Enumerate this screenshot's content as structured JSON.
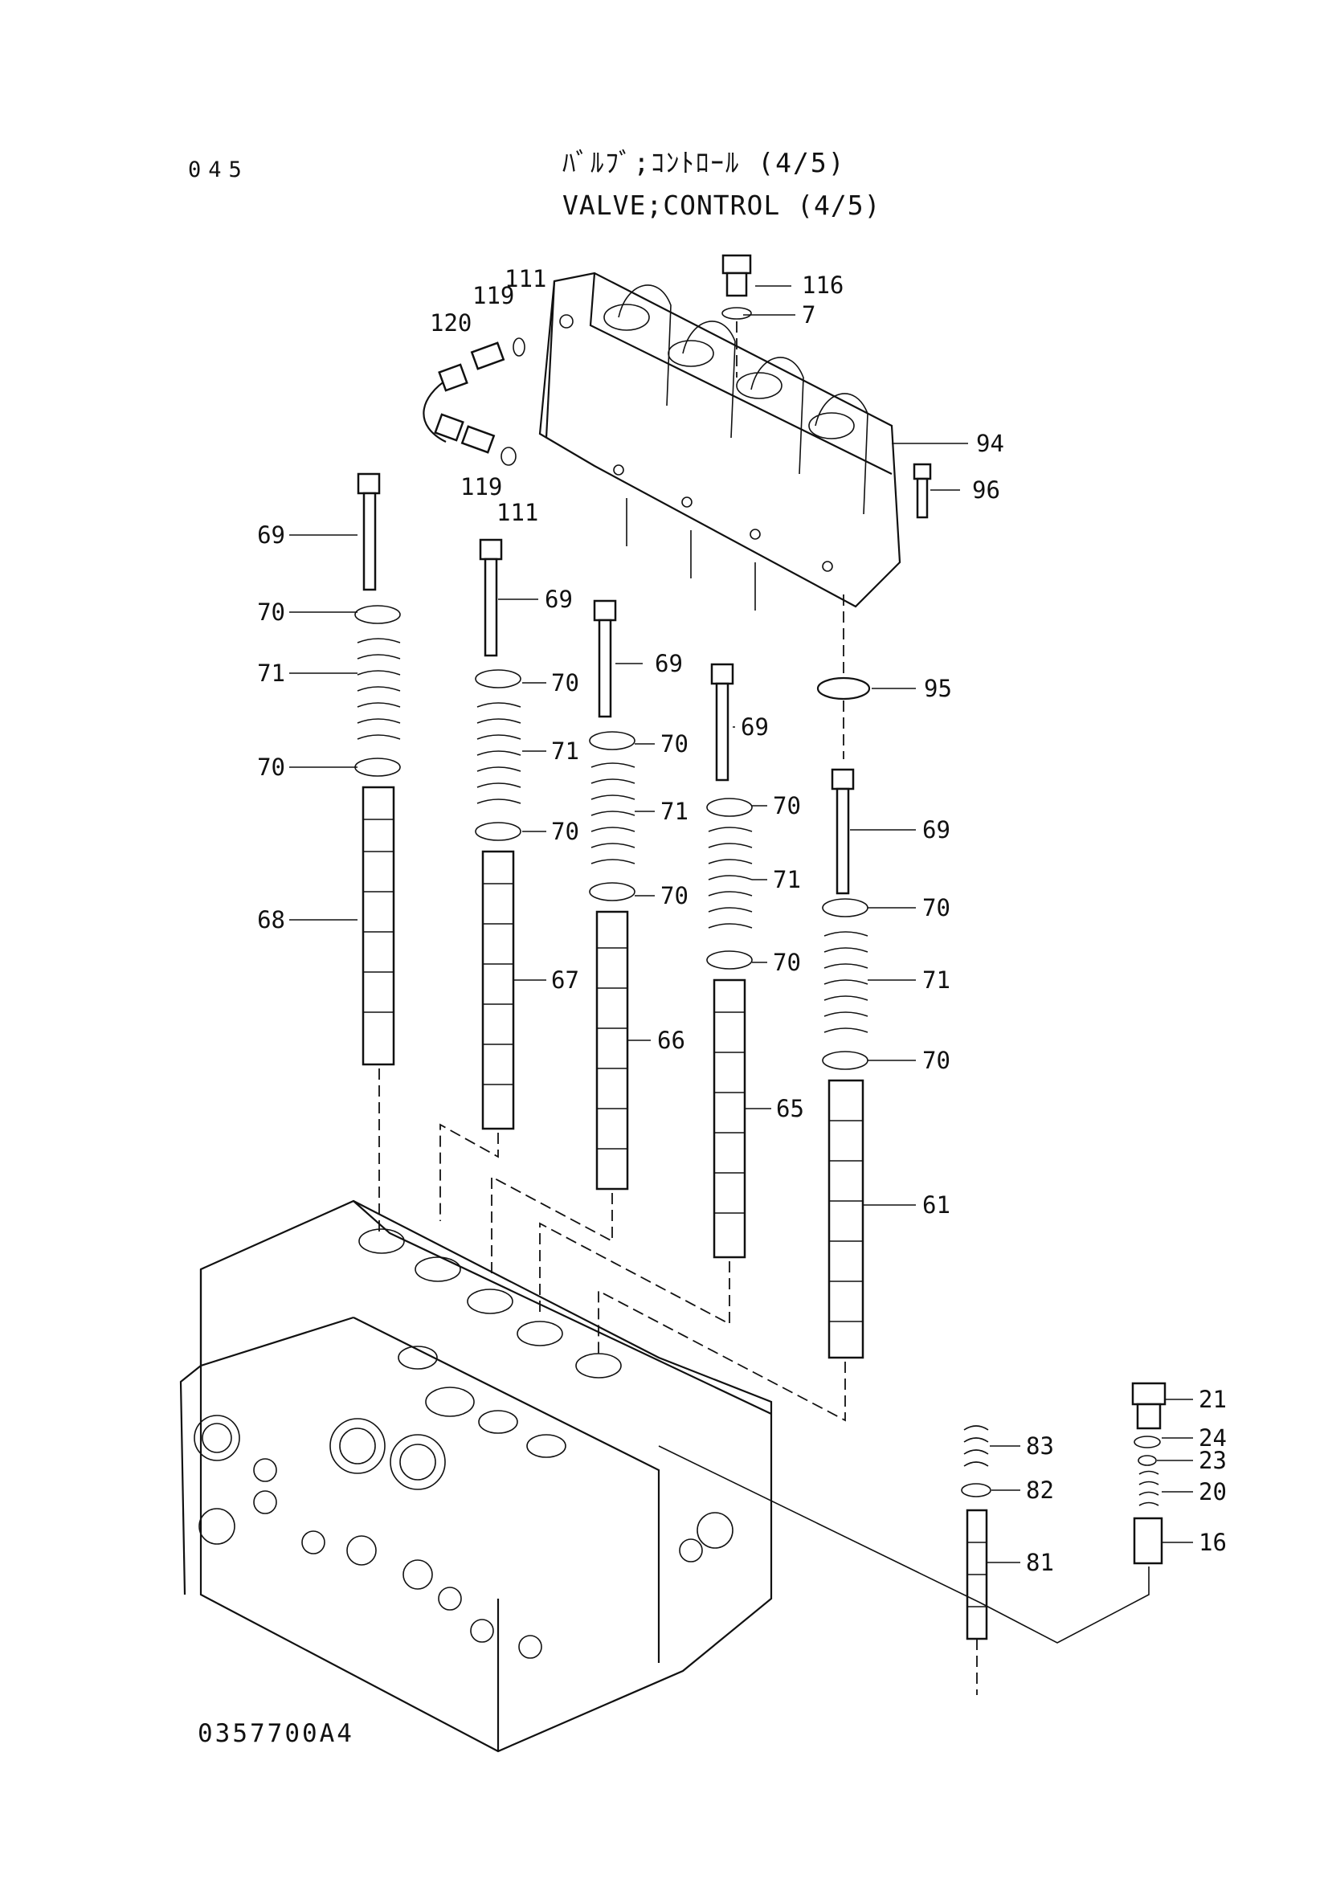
{
  "page_number": "045",
  "title_jp": "ﾊﾞﾙﾌﾞ;ｺﾝﾄﾛｰﾙ (4/5)",
  "title_en": "VALVE;CONTROL (4/5)",
  "drawing_number": "0357700A4",
  "callouts": {
    "c116": "116",
    "c7": "7",
    "c94": "94",
    "c96": "96",
    "c95": "95",
    "c111a": "111",
    "c119a": "119",
    "c120": "120",
    "c119b": "119",
    "c111b": "111",
    "col1_69": "69",
    "col1_70a": "70",
    "col1_71": "71",
    "col1_70b": "70",
    "col1_68": "68",
    "col2_69": "69",
    "col2_70a": "70",
    "col2_71": "71",
    "col2_70b": "70",
    "col2_67": "67",
    "col3_69": "69",
    "col3_70a": "70",
    "col3_71": "71",
    "col3_70b": "70",
    "col3_66": "66",
    "col4_69": "69",
    "col4_70a": "70",
    "col4_71": "71",
    "col4_70b": "70",
    "col4_65": "65",
    "col5_69": "69",
    "col5_70a": "70",
    "col5_71": "71",
    "col5_70b": "70",
    "col5_61": "61",
    "c83": "83",
    "c82": "82",
    "c81": "81",
    "c21": "21",
    "c24": "24",
    "c23": "23",
    "c20": "20",
    "c16": "16"
  }
}
